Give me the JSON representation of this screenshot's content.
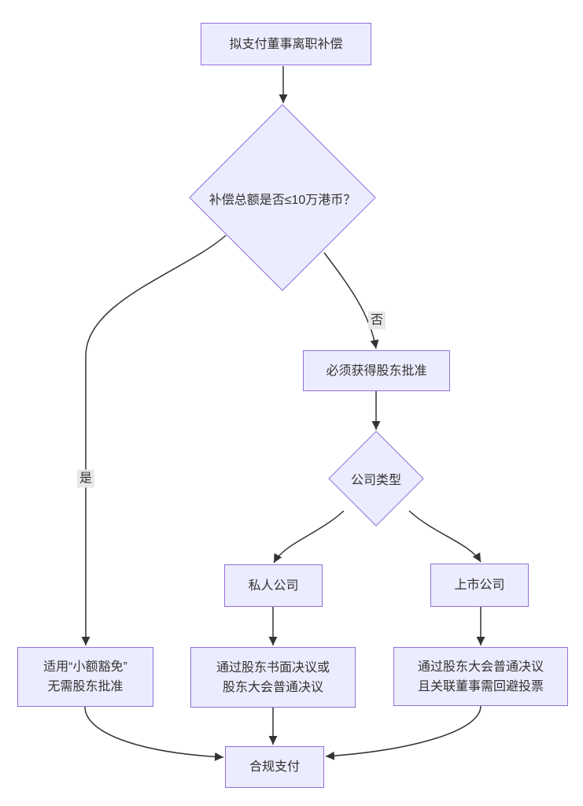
{
  "diagram": {
    "type": "flowchart",
    "colors": {
      "node_fill": "#ECECFF",
      "node_border": "#9370DB",
      "edge_line": "#333333",
      "text": "#333333",
      "edge_label_bg": "#e8e8e8",
      "background": "#ffffff"
    },
    "nodes": {
      "start": {
        "label": "拟支付董事离职补偿"
      },
      "amount_decision": {
        "label": "补偿总额是否≤10万港币？"
      },
      "shareholder_approval": {
        "label": "必须获得股东批准"
      },
      "company_type": {
        "label": "公司类型"
      },
      "private_company": {
        "label": "私人公司"
      },
      "listed_company": {
        "label": "上市公司"
      },
      "small_exemption": {
        "line1": "适用“小额豁免”",
        "line2": "无需股东批准"
      },
      "private_resolution": {
        "line1": "通过股东书面决议或",
        "line2": "股东大会普通决议"
      },
      "listed_resolution": {
        "line1": "通过股东大会普通决议",
        "line2": "且关联董事需回避投票"
      },
      "compliant_payment": {
        "label": "合规支付"
      }
    },
    "edge_labels": {
      "yes": "是",
      "no": "否"
    }
  }
}
